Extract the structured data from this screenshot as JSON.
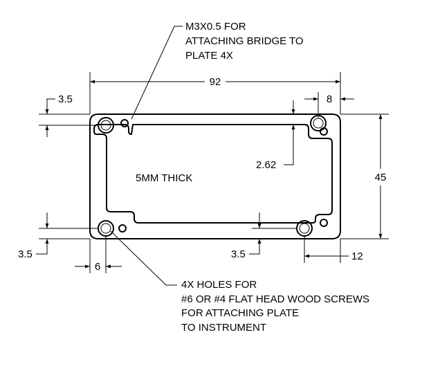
{
  "notes": {
    "top_callout": [
      "M3X0.5 FOR",
      "ATTACHING BRIDGE TO",
      "PLATE 4X"
    ],
    "thickness": "5MM THICK",
    "bottom_callout": [
      "4X HOLES FOR",
      "#6 OR #4 FLAT HEAD WOOD SCREWS",
      "FOR ATTACHING PLATE",
      "TO INSTRUMENT"
    ]
  },
  "dimensions": {
    "overall_width": "92",
    "overall_height": "45",
    "top_left_offset": "3.5",
    "top_right_offset": "8",
    "notch_depth": "2.62",
    "bottom_left_offset": "3.5",
    "bottom_mid_offset": "3.5",
    "left_hole_x": "6",
    "right_hole_x": "12"
  },
  "icons": {
    "screw_hole": "countersunk-hole-icon",
    "tapped_hole": "tapped-hole-icon"
  }
}
